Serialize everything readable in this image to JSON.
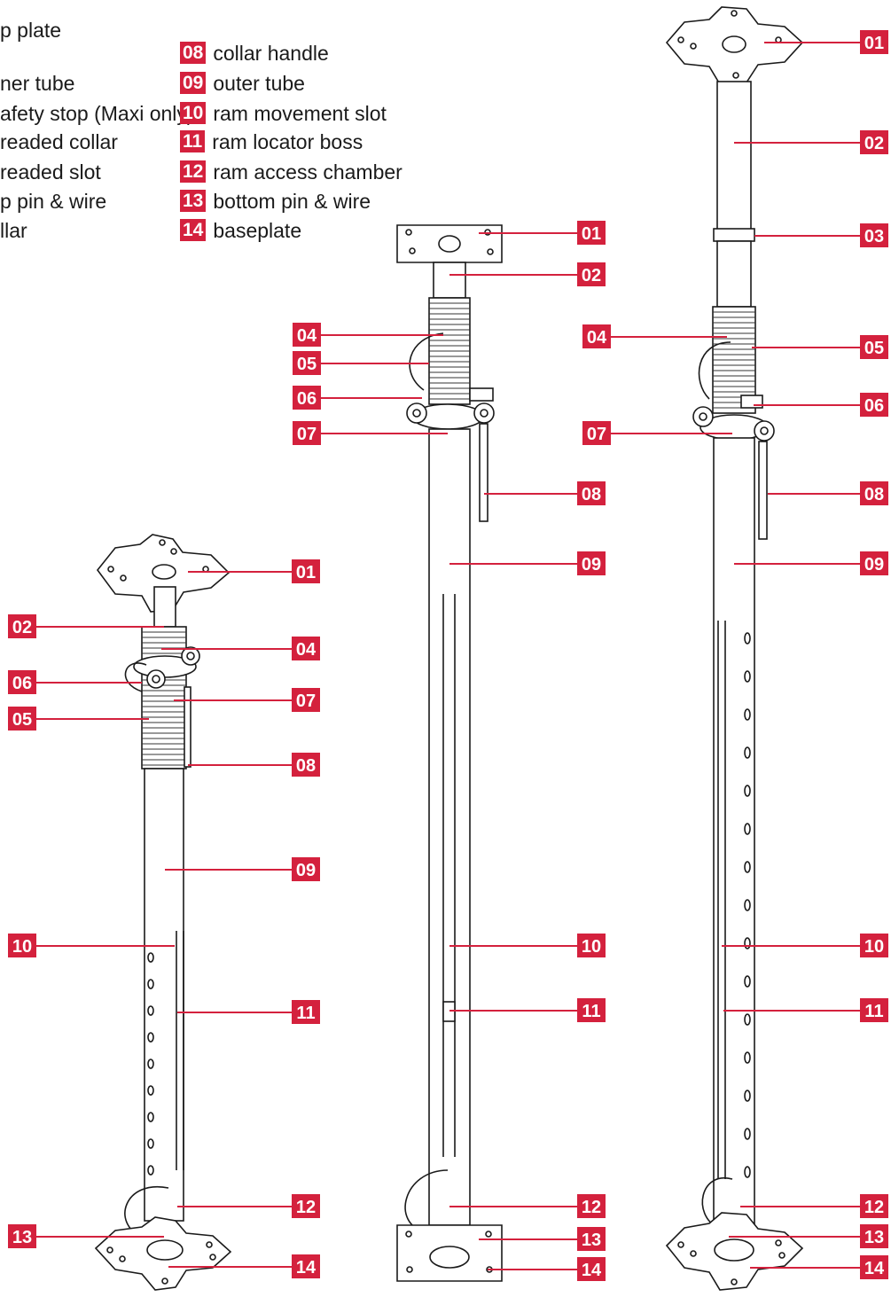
{
  "diagram": {
    "accent_color": "#d4213d",
    "legend_left": [
      {
        "text": "p plate"
      },
      {
        "text": "ner tube"
      },
      {
        "text": "afety stop (Maxi only)"
      },
      {
        "text": "readed collar"
      },
      {
        "text": "readed slot"
      },
      {
        "text": "p pin & wire"
      },
      {
        "text": "llar"
      }
    ],
    "legend_right": [
      {
        "num": "08",
        "text": "collar handle"
      },
      {
        "num": "09",
        "text": "outer tube"
      },
      {
        "num": "10",
        "text": "ram movement slot"
      },
      {
        "num": "11",
        "text": "ram locator boss"
      },
      {
        "num": "12",
        "text": "ram access chamber"
      },
      {
        "num": "13",
        "text": "bottom pin & wire"
      },
      {
        "num": "14",
        "text": "baseplate"
      }
    ],
    "props": [
      {
        "callouts": [
          "01",
          "02",
          "04",
          "06",
          "07",
          "05",
          "08",
          "09",
          "10",
          "11",
          "12",
          "13",
          "14"
        ]
      },
      {
        "callouts": [
          "01",
          "02",
          "04",
          "05",
          "06",
          "07",
          "08",
          "09",
          "10",
          "11",
          "12",
          "13",
          "14"
        ]
      },
      {
        "callouts": [
          "01",
          "02",
          "03",
          "04",
          "05",
          "06",
          "07",
          "08",
          "09",
          "10",
          "11",
          "12",
          "13",
          "14"
        ]
      }
    ]
  }
}
